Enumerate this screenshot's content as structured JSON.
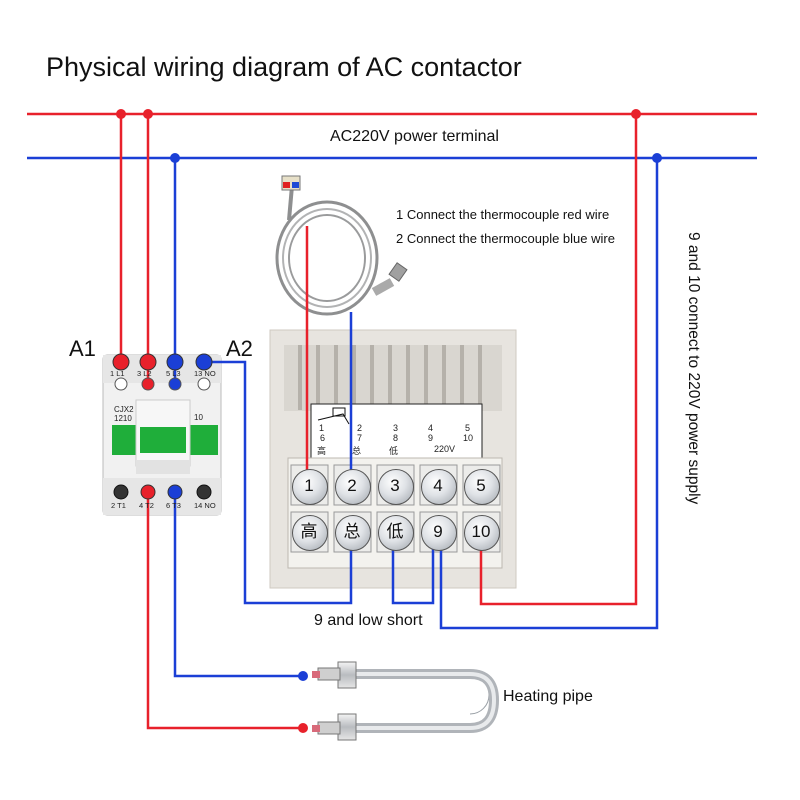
{
  "title": "Physical wiring diagram of AC contactor",
  "power_terminal_label": "AC220V power terminal",
  "thermocouple_notes": [
    "1 Connect the thermocouple red wire",
    "2 Connect the thermocouple blue wire"
  ],
  "supply_note": "9 and 10 connect to 220V power supply",
  "contactor": {
    "coil_labels": [
      "A1",
      "A2"
    ],
    "model": [
      "CJX2",
      "1210"
    ],
    "top_terminals": [
      "1 L1",
      "3 L2",
      "5 L3",
      "13 NO"
    ],
    "bottom_terminals": [
      "2 T1",
      "4 T2",
      "6 T3",
      "14 NO"
    ],
    "side_mark": "10"
  },
  "controller": {
    "label_panel": {
      "row1": [
        "1",
        "2",
        "3",
        "4",
        "5"
      ],
      "row2": [
        "6",
        "7",
        "8",
        "9",
        "10"
      ],
      "row3": [
        "高",
        "总",
        "低",
        "220V"
      ]
    },
    "terminals_top": [
      "1",
      "2",
      "3",
      "4",
      "5"
    ],
    "terminals_bottom": [
      "高",
      "总",
      "低",
      "9",
      "10"
    ]
  },
  "short_note": "9 and low short",
  "heater_label": "Heating pipe",
  "colors": {
    "live": "#e8212b",
    "neutral": "#1b3fd6"
  }
}
